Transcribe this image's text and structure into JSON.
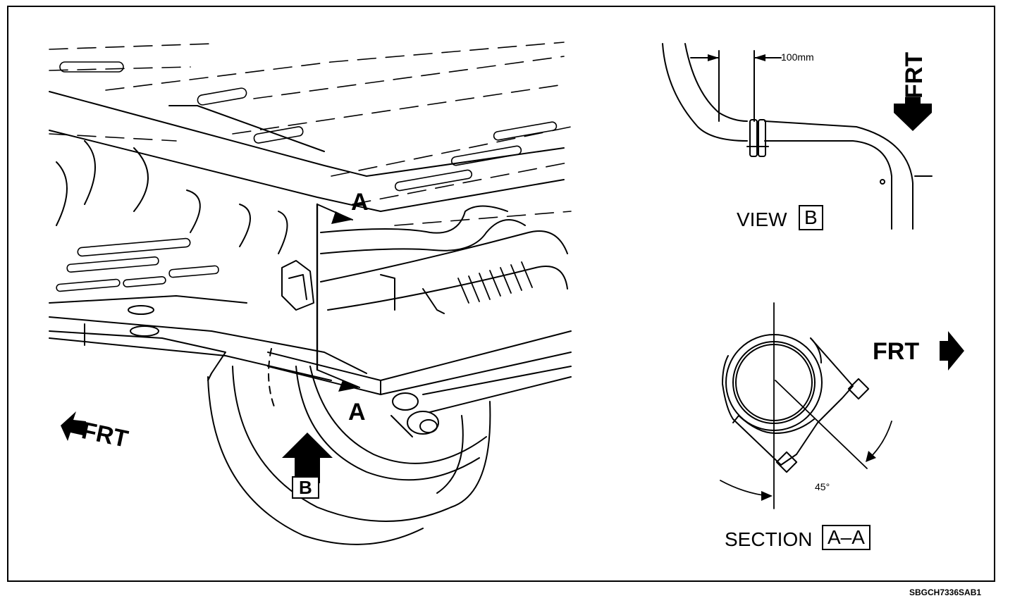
{
  "main_view": {
    "section_marker_top": "A",
    "section_marker_bottom": "A",
    "view_marker": "B",
    "front_label": "FRT"
  },
  "view_b": {
    "dimension": "100mm",
    "front_label": "FRT",
    "caption_prefix": "VIEW",
    "caption_box": "B"
  },
  "section_aa": {
    "angle": "45°",
    "front_label": "FRT",
    "caption_prefix": "SECTION",
    "caption_box": "A–A"
  },
  "figure_code": "SBGCH7336SAB1"
}
